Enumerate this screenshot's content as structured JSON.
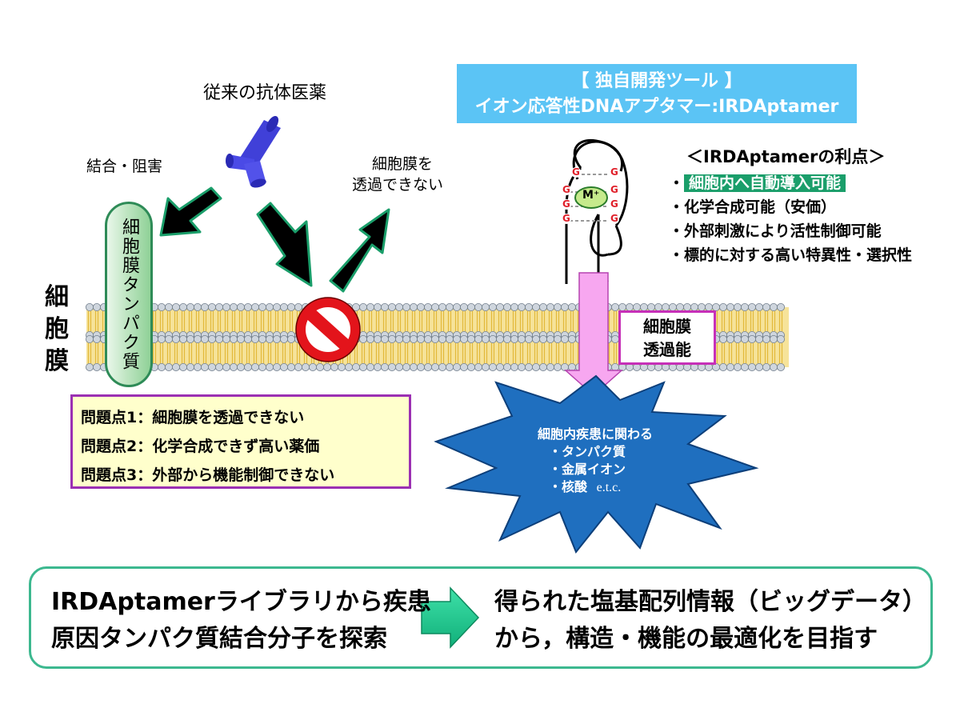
{
  "antibody_title": "従来の抗体医薬",
  "bind_label": "結合・阻害",
  "cannot_pass_label_1": "細胞膜を",
  "cannot_pass_label_2": "透過できない",
  "membrane_label": "細\n胞\n膜",
  "membrane_protein_label": "細胞膜タンパク質",
  "tool_box": {
    "line1": "【 独自開発ツール 】",
    "line2": "イオン応答性DNAアプタマー:IRDAptamer"
  },
  "aptamer": {
    "ion_label": "M⁺",
    "g_label": "G"
  },
  "advantages": {
    "title": "＜IRDAptamerの利点＞",
    "items": [
      "細胞内へ自動導入可能",
      "化学合成可能（安価）",
      "外部刺激により活性制御可能",
      "標的に対する高い特異性・選択性"
    ],
    "bullet": "・"
  },
  "permeability_box": {
    "line1": "細胞膜",
    "line2": "透過能"
  },
  "problems": [
    "問題点1：細胞膜を透過できない",
    "問題点2：化学合成できず高い薬価",
    "問題点3：外部から機能制御できない"
  ],
  "burst": {
    "title": "細胞内疾患に関わる",
    "items": [
      "・タンパク質",
      "・金属イオン",
      "・核酸"
    ],
    "etc": "e.t.c."
  },
  "bottom": {
    "left_line1": "IRDAptamerライブラリから疾患",
    "left_line2": "原因タンパク質結合分子を探索",
    "right_line1": "得られた塩基配列情報（ビッグデータ）",
    "right_line2": "から，構造・機能の最適化を目指す"
  },
  "colors": {
    "tool_box_bg": "#5bc4f5",
    "highlight_bg": "#1a9e6a",
    "burst_fill": "#1f6fbf",
    "down_arrow": "#f5a3f0",
    "no_sign": "#e3141b",
    "membrane_yellow": "#f2d36b",
    "bottom_border": "#3cb88f",
    "antibody": "#4d4ddb"
  }
}
